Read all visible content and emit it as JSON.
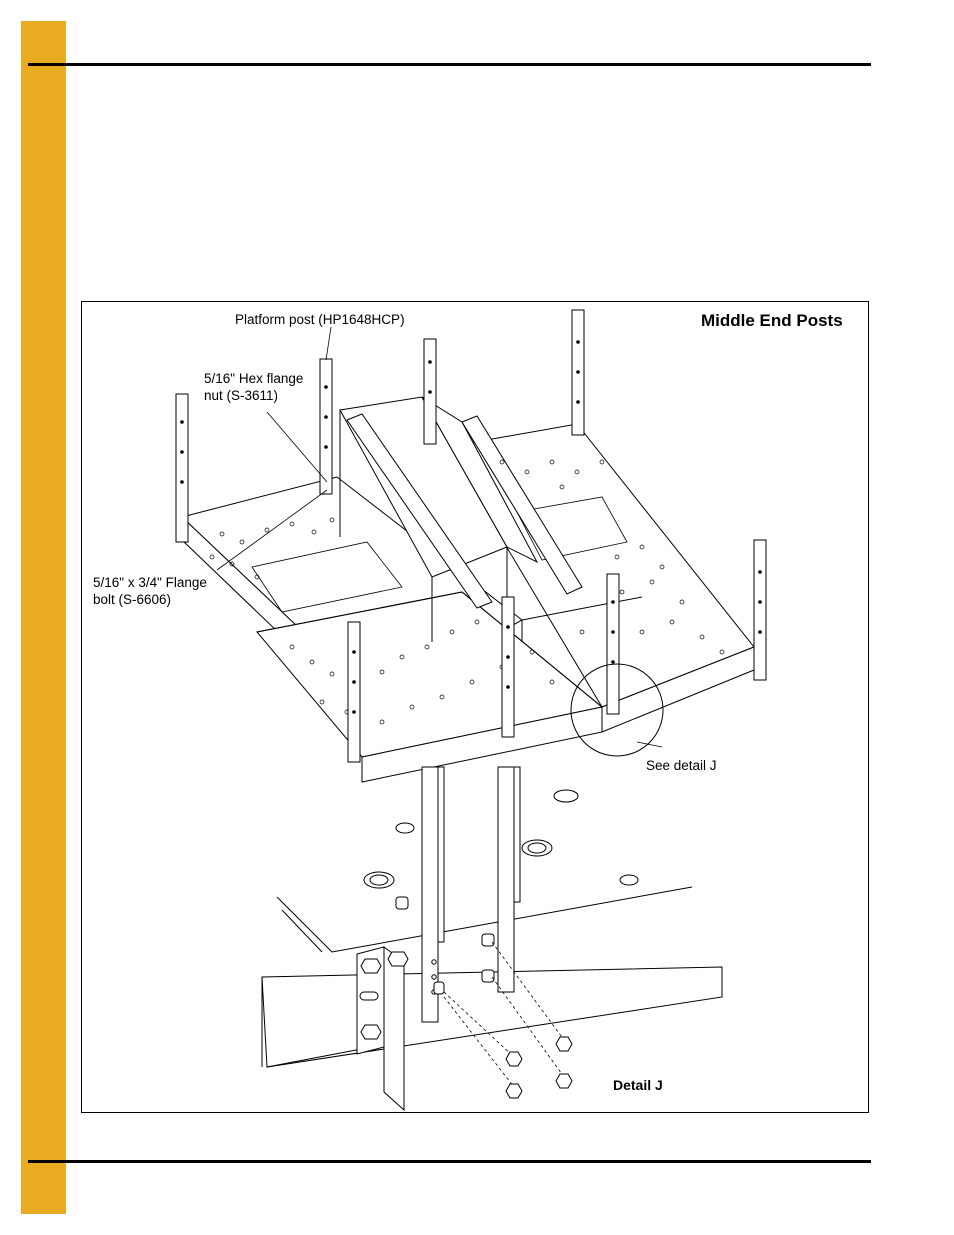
{
  "figure": {
    "title": "Middle End Posts",
    "callouts": {
      "platform_post": "Platform post (HP1648HCP)",
      "hex_nut_line1": "5/16\" Hex flange",
      "hex_nut_line2": "nut (S-3611)",
      "flange_bolt_line1": "5/16\" x 3/4\" Flange",
      "flange_bolt_line2": "bolt (S-6606)",
      "see_detail": "See detail J"
    },
    "detail_label": "Detail J"
  },
  "colors": {
    "side_tab": "#e8ab22",
    "rules": "#000000"
  }
}
